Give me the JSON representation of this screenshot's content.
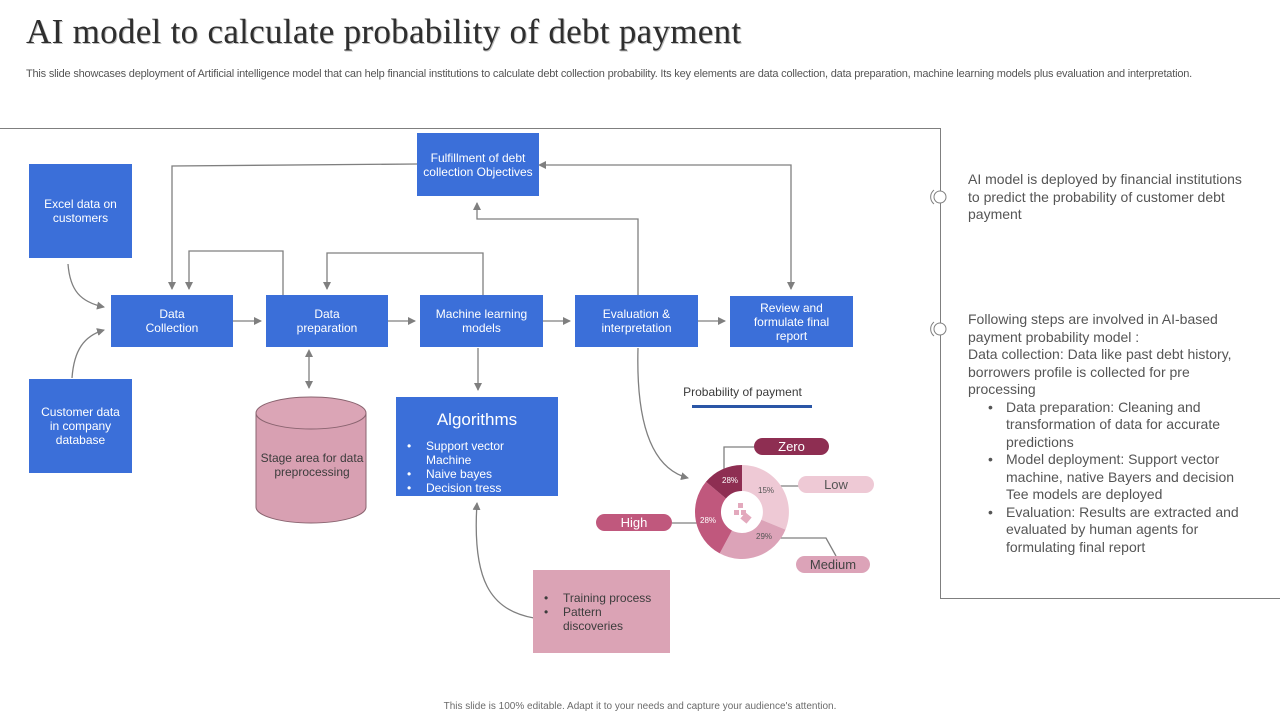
{
  "slide": {
    "title": "AI model to calculate probability of debt payment",
    "subtitle": "This slide showcases deployment of Artificial  intelligence model that can help financial institutions to calculate debt collection probability. Its key  elements are data collection, data preparation, machine learning models plus evaluation and interpretation."
  },
  "diagram": {
    "sources": [
      {
        "label": "Excel data on customers"
      },
      {
        "label": "Customer data in company database"
      }
    ],
    "flow": [
      {
        "label": "Data Collection"
      },
      {
        "label": "Data preparation"
      },
      {
        "label": "Machine learning models"
      },
      {
        "label": "Evaluation & interpretation"
      },
      {
        "label": "Review and formulate final report"
      }
    ],
    "objective": {
      "label": "Fulfillment of debt collection Objectives"
    },
    "staging": {
      "label": "Stage area for data preprocessing"
    },
    "algorithms": {
      "title": "Algorithms",
      "items": [
        "Support vector Machine",
        "Naive bayes",
        "Decision tress"
      ]
    },
    "training": {
      "items": [
        "Training process",
        "Pattern discoveries"
      ]
    }
  },
  "chart_data": {
    "type": "pie",
    "title": "Probability of payment",
    "categories": [
      "Zero",
      "Low",
      "Medium",
      "High"
    ],
    "values": [
      28,
      15,
      29,
      28
    ],
    "value_labels": [
      "28%",
      "15%",
      "29%",
      "28%"
    ],
    "colors": [
      "#8e2e52",
      "#eec9d5",
      "#dca3b8",
      "#c0587d"
    ],
    "donut": true,
    "legend_position": "callout-pills"
  },
  "side_panel": {
    "intro": "AI model is deployed by financial institutions to predict the probability of customer debt payment",
    "steps_heading": "Following steps are involved  in AI-based payment probability  model :",
    "steps_first": "Data collection: Data like past debt history, borrowers profile is collected for pre processing",
    "steps": [
      "Data preparation: Cleaning  and transformation of data for accurate predictions",
      "Model  deployment: Support vector machine, native  Bayers and decision Tee models are deployed",
      "Evaluation:  Results are extracted and evaluated  by human agents for formulating final report"
    ]
  },
  "footer": {
    "note": "This slide is 100% editable.  Adapt it to your needs and capture your audience's attention."
  },
  "colors": {
    "box_blue": "#3b6fd9",
    "pink": "#dba3b5",
    "connector": "#7f7f7f",
    "underline": "#2a56a6"
  }
}
